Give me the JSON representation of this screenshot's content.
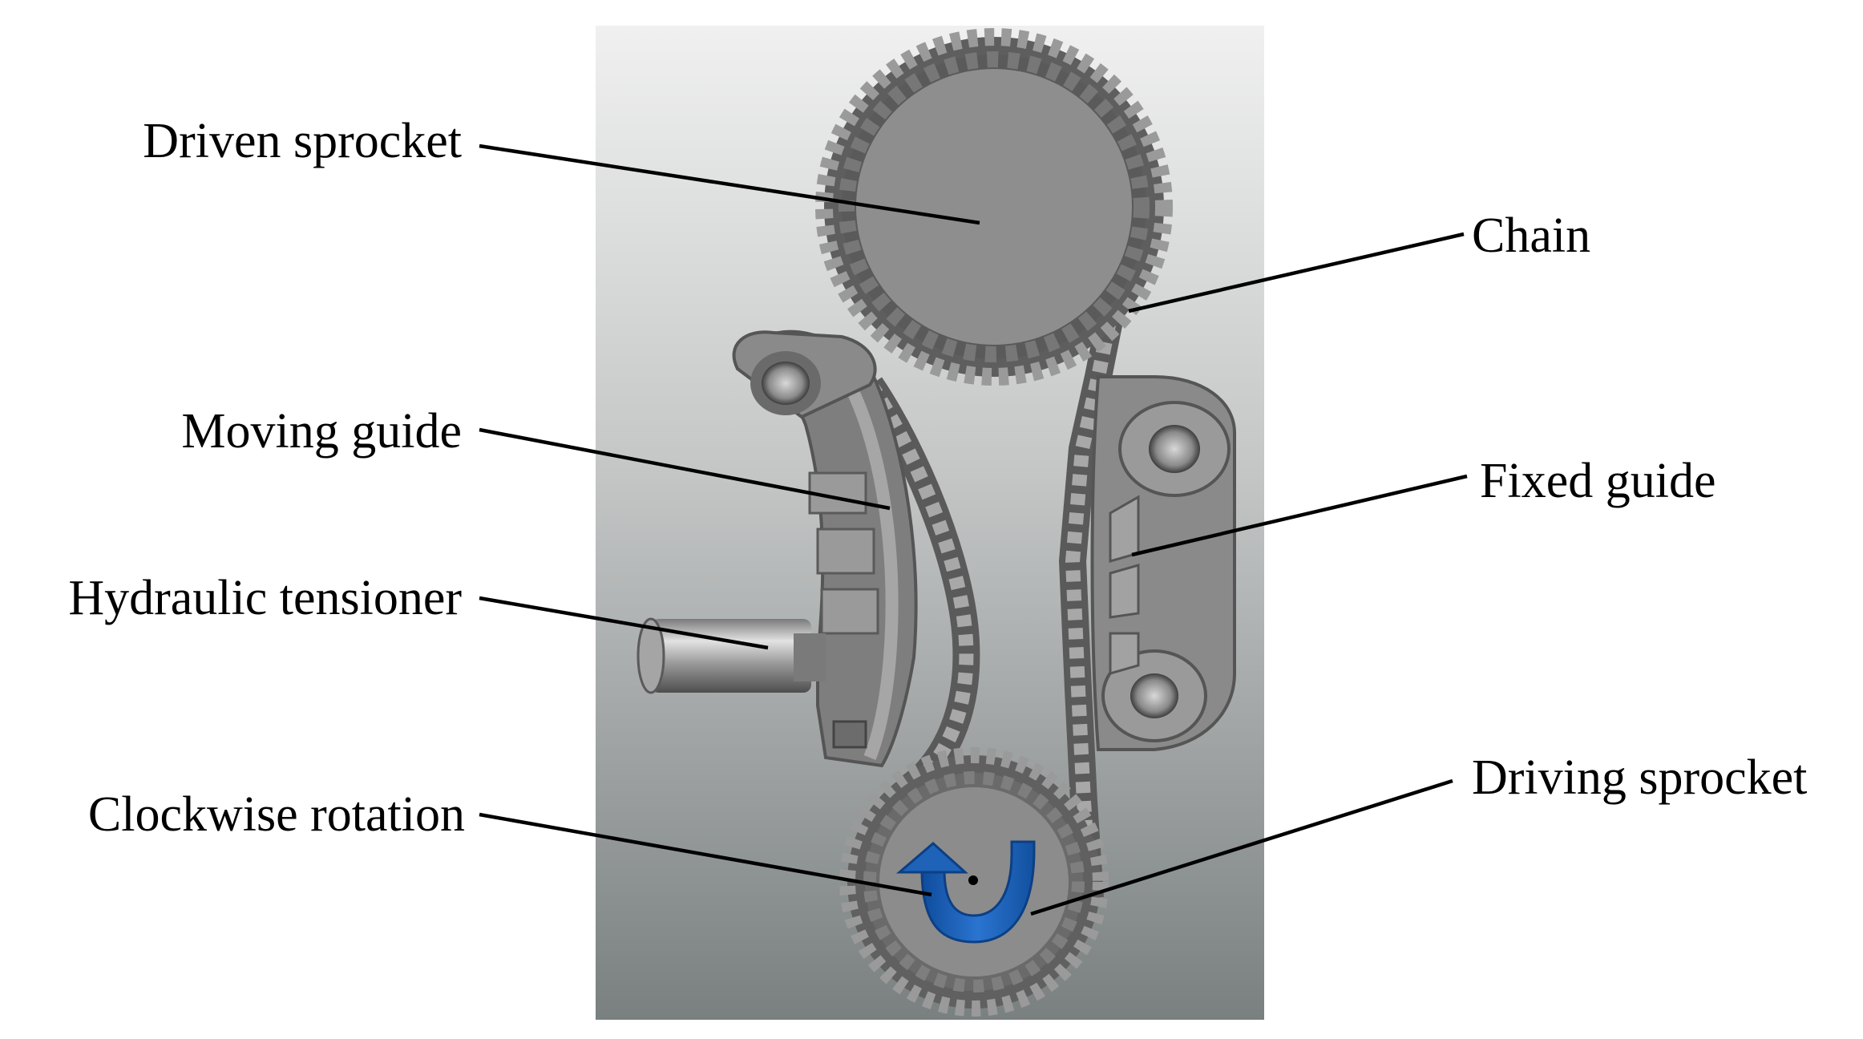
{
  "labels": {
    "driven_sprocket": "Driven sprocket",
    "moving_guide": "Moving guide",
    "hydraulic_tensioner": "Hydraulic tensioner",
    "clockwise_rotation": "Clockwise rotation",
    "chain": "Chain",
    "fixed_guide": "Fixed guide",
    "driving_sprocket": "Driving sprocket"
  },
  "colors": {
    "background_top": "#ededed",
    "background_bottom": "#7f8585",
    "metal": "#8d8d8d",
    "metal_dark": "#5b5b5b",
    "metal_light": "#bdbdbd",
    "rotation_arrow": "#1a5fb4",
    "text": "#000000"
  },
  "icons": {
    "rotation": "clockwise-rotation-arrow-icon"
  }
}
